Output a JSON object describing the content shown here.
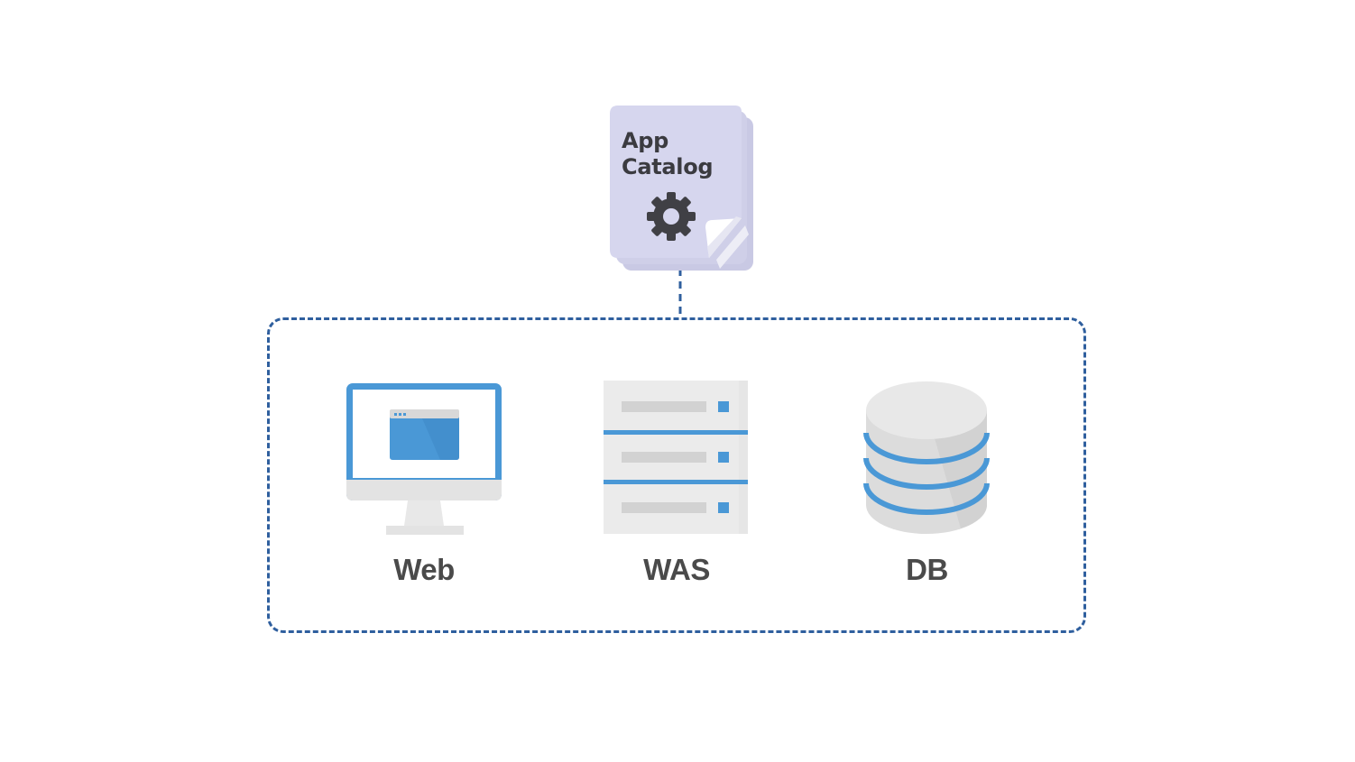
{
  "app_catalog": {
    "title_line1": "App",
    "title_line2": "Catalog",
    "icon": "gear-icon"
  },
  "components": [
    {
      "label": "Web",
      "icon": "monitor-icon"
    },
    {
      "label": "WAS",
      "icon": "server-icon"
    },
    {
      "label": "DB",
      "icon": "database-icon"
    }
  ],
  "colors": {
    "accent_blue": "#4a98d6",
    "dashed_border": "#2f5f9e",
    "catalog_fill": "#d4d4ec",
    "label_text": "#4a4a4a"
  }
}
